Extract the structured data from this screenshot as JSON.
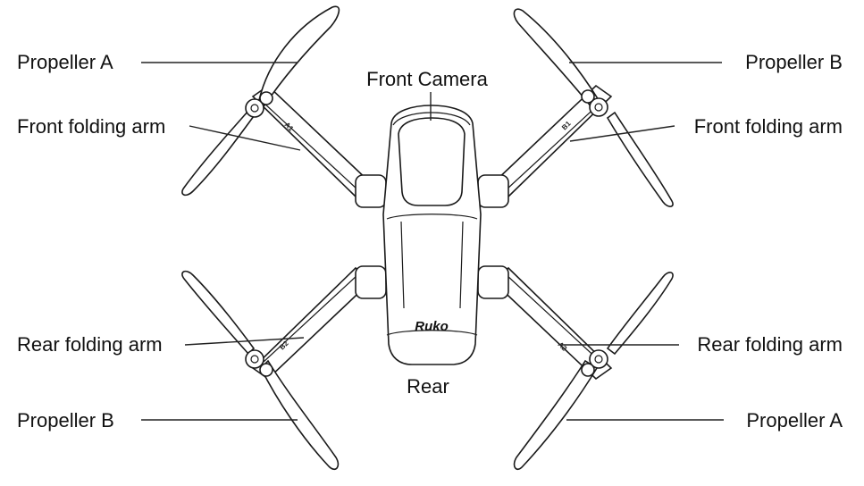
{
  "labels": {
    "front_camera": "Front Camera",
    "rear": "Rear",
    "propeller_a_top_left": "Propeller A",
    "propeller_b_top_right": "Propeller B",
    "front_arm_left": "Front folding arm",
    "front_arm_right": "Front folding arm",
    "rear_arm_left": "Rear folding arm",
    "rear_arm_right": "Rear folding arm",
    "propeller_b_bottom_left": "Propeller B",
    "propeller_a_bottom_right": "Propeller A"
  },
  "brand": "Ruko",
  "markings": {
    "top_left": "A1",
    "top_right": "B1",
    "bottom_left": "B2",
    "bottom_right": "A2"
  }
}
